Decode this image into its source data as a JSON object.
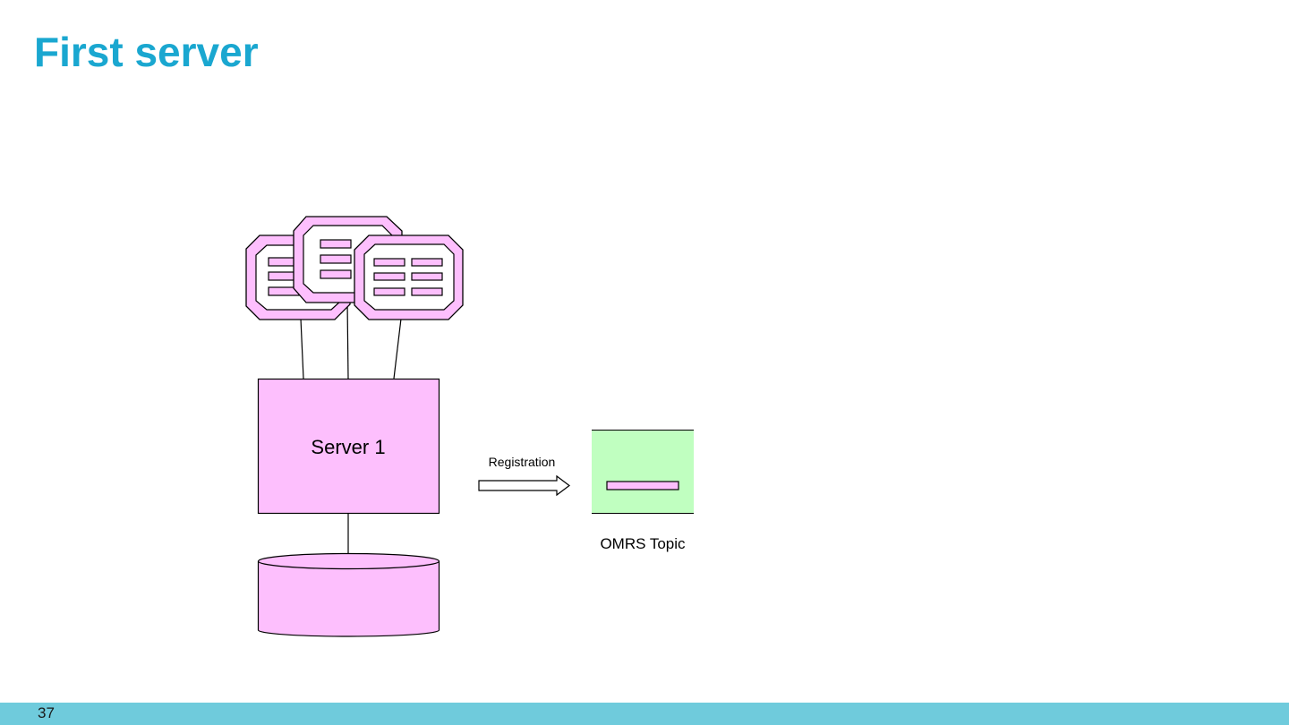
{
  "slide": {
    "title": "First server",
    "page_number": "37"
  },
  "diagram": {
    "server_label": "Server 1",
    "arrow_label": "Registration",
    "topic_label": "OMRS Topic"
  },
  "colors": {
    "title": "#1aa7d0",
    "server_fill": "#fdbffd",
    "topic_fill": "#c0ffc0",
    "footer_bar": "#6fcbdc"
  }
}
